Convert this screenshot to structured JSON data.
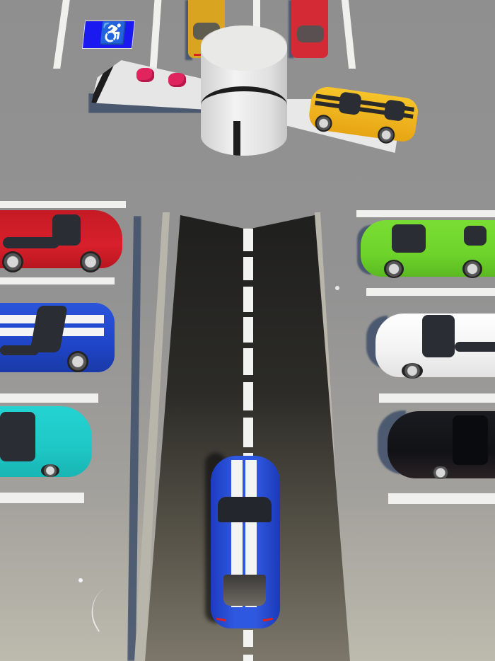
{
  "scene": {
    "type": "top-down parking lot",
    "colors": {
      "asphalt_lot": "#8f8f8f",
      "road": "#1f1f1e",
      "lane_marking": "#f2f2f0",
      "shadow": "#3f4f6a",
      "accessible_sign": "#1a1af0"
    }
  },
  "accessible_parking_sign": {
    "icon": "wheelchair-icon"
  },
  "exit_gate": {
    "barrier_post": "white cylinder with black stripes",
    "left_arm_buttons": 2,
    "button_color": "#e0245e"
  },
  "cars": [
    {
      "id": "yellow-sedan-top",
      "color": "#d9a520",
      "position": "top-left slot"
    },
    {
      "id": "red-sedan-top",
      "color": "#d42a36",
      "position": "top-right slot"
    },
    {
      "id": "yellow-muscle-on-gate",
      "color": "#f2b820",
      "position": "gate platform",
      "stripes": "#2a2a2a"
    },
    {
      "id": "red-hatch-left-1",
      "color": "#d4202a",
      "position": "left row 1"
    },
    {
      "id": "blue-muscle-left-2",
      "color": "#1f45c8",
      "position": "left row 2",
      "stripes": "#ffffff"
    },
    {
      "id": "cyan-sedan-left-3",
      "color": "#22d0cf",
      "position": "left row 3"
    },
    {
      "id": "green-supercar-right-1",
      "color": "#6ed42a",
      "position": "right row 1"
    },
    {
      "id": "white-sedan-right-2",
      "color": "#f4f4f4",
      "position": "right row 2"
    },
    {
      "id": "black-sedan-right-3",
      "color": "#15161a",
      "position": "right row 3"
    },
    {
      "id": "blue-muscle-player",
      "color": "#2347d1",
      "position": "road, facing up",
      "stripes": "#ffffff"
    }
  ]
}
